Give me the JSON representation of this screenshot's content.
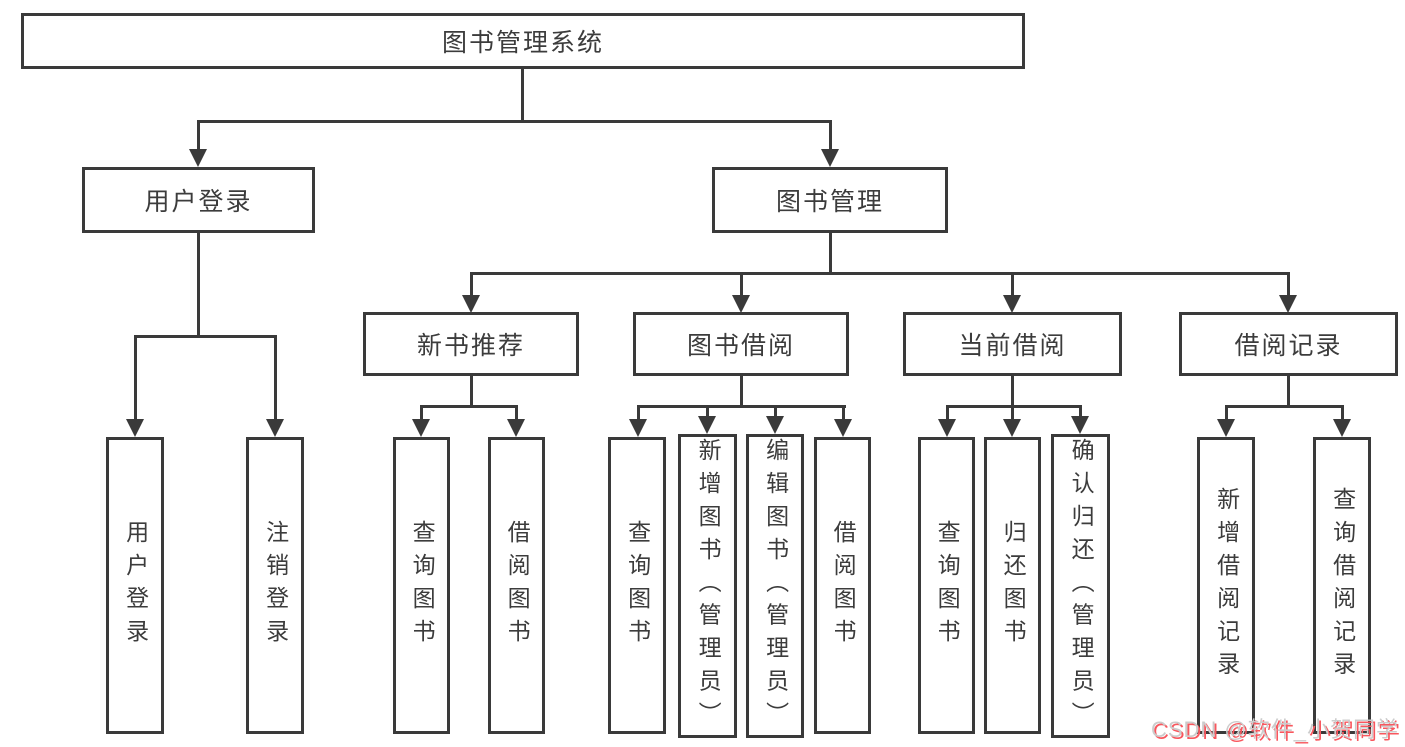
{
  "diagram": {
    "type": "hierarchy-flowchart",
    "colors": {
      "line": "#3a3a3a",
      "text": "#3c3c3c",
      "background": "#ffffff",
      "watermark_fill": "#cccccc",
      "watermark_shadow": "#f8575e"
    },
    "root": {
      "label": "图书管理系统",
      "children": [
        {
          "label": "用户登录",
          "children": [
            {
              "label": "用户登录"
            },
            {
              "label": "注销登录"
            }
          ]
        },
        {
          "label": "图书管理",
          "children": [
            {
              "label": "新书推荐",
              "children": [
                {
                  "label": "查询图书"
                },
                {
                  "label": "借阅图书"
                }
              ]
            },
            {
              "label": "图书借阅",
              "children": [
                {
                  "label": "查询图书"
                },
                {
                  "label": "新增图书（管理员）"
                },
                {
                  "label": "编辑图书（管理员）"
                },
                {
                  "label": "借阅图书"
                }
              ]
            },
            {
              "label": "当前借阅",
              "children": [
                {
                  "label": "查询图书"
                },
                {
                  "label": "归还图书"
                },
                {
                  "label": "确认归还（管理员）"
                }
              ]
            },
            {
              "label": "借阅记录",
              "children": [
                {
                  "label": "新增借阅记录"
                },
                {
                  "label": "查询借阅记录"
                }
              ]
            }
          ]
        }
      ]
    }
  },
  "watermark": {
    "text": "CSDN @软件_小贺同学"
  }
}
